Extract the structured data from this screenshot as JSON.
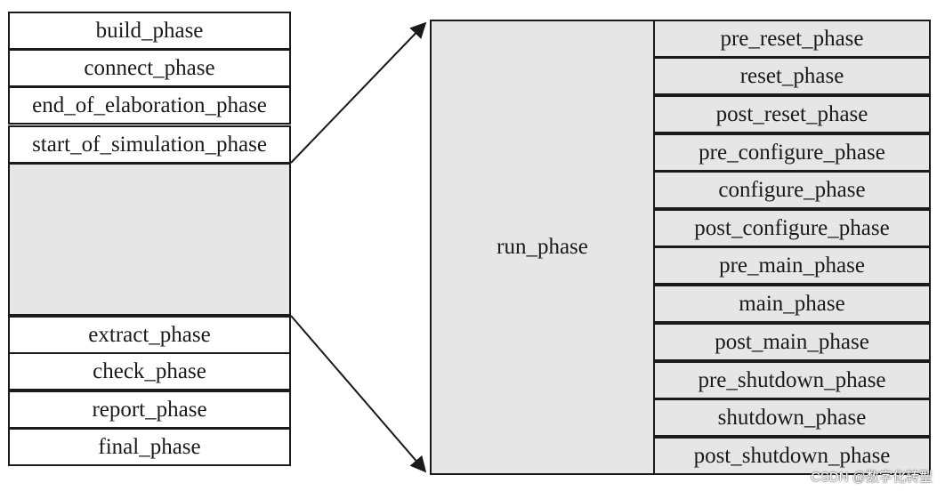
{
  "left_column": {
    "top_phases": [
      "build_phase",
      "connect_phase",
      "end_of_elaboration_phase",
      "start_of_simulation_phase"
    ],
    "bottom_phases": [
      "extract_phase",
      "check_phase",
      "report_phase",
      "final_phase"
    ]
  },
  "run_phase": {
    "label": "run_phase",
    "sub_phases": [
      "pre_reset_phase",
      "reset_phase",
      "post_reset_phase",
      "pre_configure_phase",
      "configure_phase",
      "post_configure_phase",
      "pre_main_phase",
      "main_phase",
      "post_main_phase",
      "pre_shutdown_phase",
      "shutdown_phase",
      "post_shutdown_phase"
    ]
  },
  "watermark": "CSDN @数字化转型"
}
